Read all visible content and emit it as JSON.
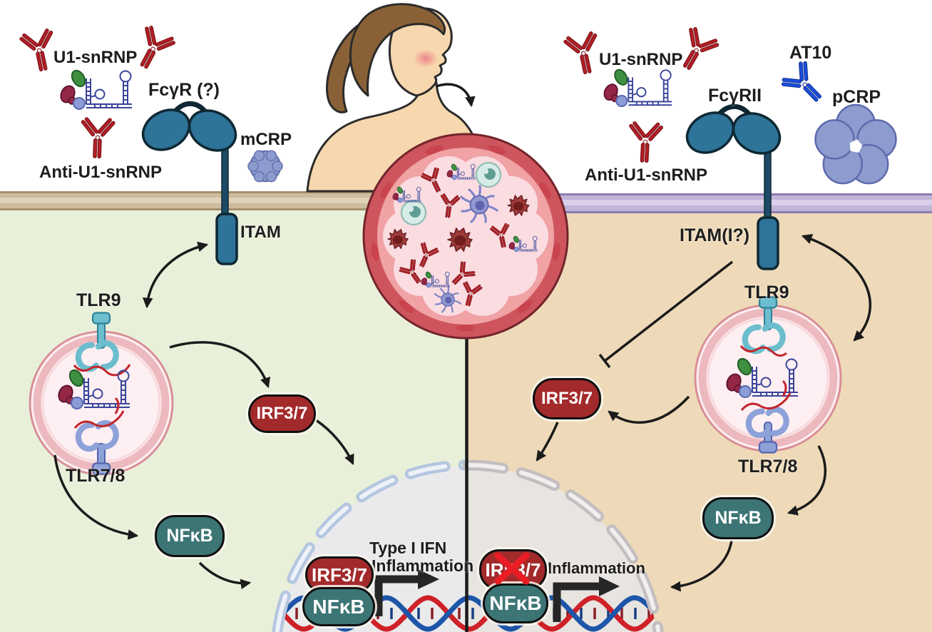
{
  "left_panel": {
    "u1_snrnp": "U1-snRNP",
    "anti_u1_snrnp": "Anti-U1-snRNP",
    "fc_receptor": "FcγR (?)",
    "mcrp": "mCRP",
    "itam": "ITAM",
    "tlr9": "TLR9",
    "tlr7_8": "TLR7/8",
    "irf3_7": "IRF3/7",
    "nfkb": "NFκB",
    "nucleus_irf3_7": "IRF3/7",
    "nucleus_nfkb": "NFκB",
    "output_line1": "Type I IFN",
    "output_line2": "Inflammation"
  },
  "right_panel": {
    "u1_snrnp": "U1-snRNP",
    "anti_u1_snrnp": "Anti-U1-snRNP",
    "at10": "AT10",
    "pcrp": "pCRP",
    "fc_receptor": "FcγRII",
    "itam": "ITAM(I?)",
    "tlr9": "TLR9",
    "tlr7_8": "TLR7/8",
    "irf3_7": "IRF3/7",
    "nfkb": "NFκB",
    "nucleus_irf3_7": "IRF3/7",
    "nucleus_nfkb": "NFκB",
    "output": "Inflammation"
  },
  "colors": {
    "left_cell_bg": "#e9f0da",
    "right_cell_bg": "#eedab8",
    "left_membrane": "#cdbc9e",
    "right_membrane": "#c2b3d8",
    "receptor_blue": "#2e7398",
    "badge_red": "#a32a2b",
    "badge_teal": "#3d7575",
    "antibody_red": "#b21f26",
    "at10_blue": "#1b50dd",
    "crp_purple": "#8e9bce",
    "endosome_pink": "#fdeff2",
    "nucleus_gray": "#eaeaec",
    "dna_red": "#cf2128",
    "dna_blue": "#1d55a8"
  }
}
